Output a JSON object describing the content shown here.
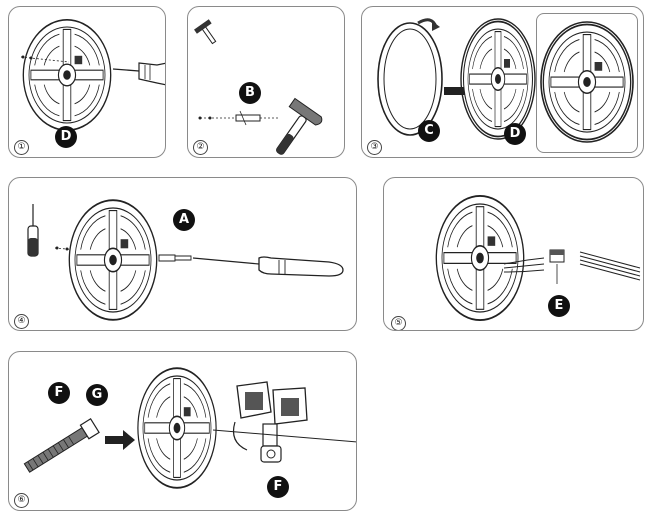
{
  "steps": [
    {
      "number": "①",
      "callouts": [
        "D"
      ]
    },
    {
      "number": "②",
      "callouts": [
        "B"
      ]
    },
    {
      "number": "③",
      "callouts": [
        "C",
        "D"
      ]
    },
    {
      "number": "④",
      "callouts": [
        "A"
      ]
    },
    {
      "number": "⑤",
      "callouts": [
        "E"
      ]
    },
    {
      "number": "⑥",
      "callouts": [
        "F",
        "G",
        "F"
      ]
    }
  ],
  "colors": {
    "line": "#222222",
    "border": "#8a8a8a",
    "callout_bg": "#111111",
    "callout_text": "#ffffff"
  }
}
